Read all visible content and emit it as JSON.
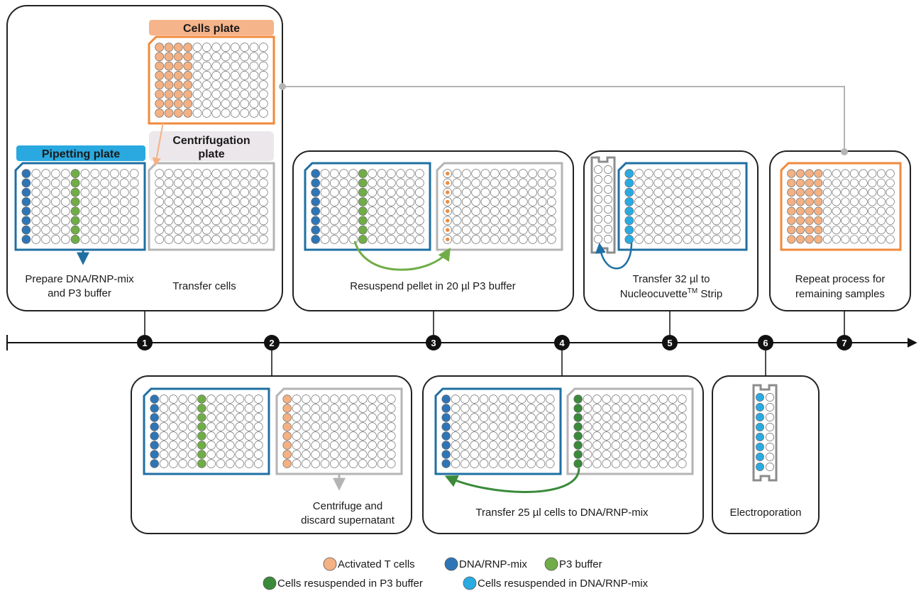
{
  "colors": {
    "activated_t_cells": "#f4b183",
    "dna_rnp_mix": "#2e75b6",
    "p3_buffer": "#70ad47",
    "cells_in_p3": "#3a8a3a",
    "cells_in_dna_rnp": "#29abe2",
    "pipetting_plate_border": "#1f6fa3",
    "cells_plate_border": "#f08a3c",
    "centrifugation_plate_border": "#b4b4b4",
    "timeline": "#111111",
    "connector": "#b4b4b4",
    "empty_well": "#ffffff"
  },
  "step1": {
    "cells_plate_label": "Cells plate",
    "pipetting_plate_label": "Pipetting plate",
    "centrifugation_plate_label_line1": "Centrifugation",
    "centrifugation_plate_label_line2": "plate",
    "caption_prepare_line1": "Prepare DNA/RNP-mix",
    "caption_prepare_line2": "and P3 buffer",
    "caption_transfer": "Transfer cells"
  },
  "step2": {
    "caption_line1": "Centrifuge and",
    "caption_line2": "discard supernatant"
  },
  "step3": {
    "caption": "Resuspend pellet in 20 µl P3 buffer"
  },
  "step4": {
    "caption": "Transfer 25 µl cells to DNA/RNP-mix"
  },
  "step5": {
    "caption_line1": "Transfer 32 µl to",
    "caption_line2_main": "Nucleocuvette",
    "caption_line2_sup": "TM",
    "caption_line2_end": " Strip"
  },
  "step6": {
    "caption": "Electroporation"
  },
  "step7": {
    "caption_line1": "Repeat process for",
    "caption_line2": "remaining samples"
  },
  "timeline": {
    "steps": [
      "1",
      "2",
      "3",
      "4",
      "5",
      "6",
      "7"
    ]
  },
  "legend": {
    "activated_t_cells": "Activated T cells",
    "dna_rnp_mix": "DNA/RNP-mix",
    "p3_buffer": "P3 buffer",
    "cells_in_p3": "Cells resuspended in P3 buffer",
    "cells_in_dna_rnp": "Cells resuspended in DNA/RNP-mix"
  }
}
